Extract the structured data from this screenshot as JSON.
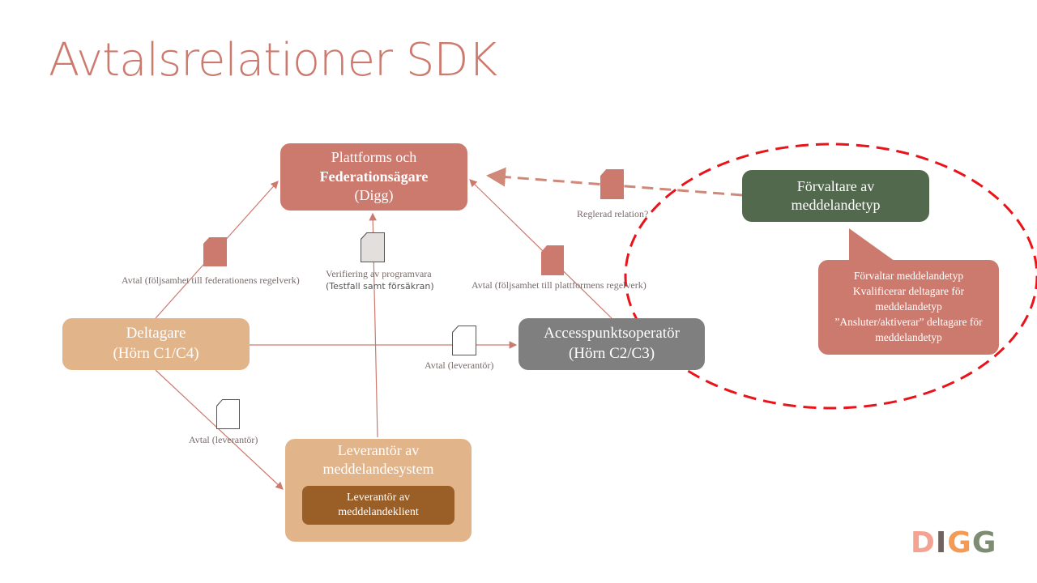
{
  "title": "Avtalsrelationer SDK",
  "nodes": {
    "plattform": {
      "line1": "Plattforms och",
      "line2": "Federationsägare",
      "line3": "(Digg)"
    },
    "deltagare": {
      "line1": "Deltagare",
      "line2": "(Hörn C1/C4)"
    },
    "accesspunkt": {
      "line1": "Accesspunktsoperatör",
      "line2": "(Hörn C2/C3)"
    },
    "leverantor": {
      "line1": "Leverantör av",
      "line2": "meddelandesystem",
      "inner": "Leverantör av meddelandeklient"
    },
    "forvaltare": {
      "line1": "Förvaltare av",
      "line2": "meddelandetyp"
    }
  },
  "callout": [
    "Förvaltar meddelandetyp",
    "Kvalificerar deltagare för meddelandetyp",
    "”Ansluter/aktiverar” deltagare för meddelandetyp"
  ],
  "labels": {
    "federation": "Avtal (följsamhet till federationens regelverk)",
    "verifiering1": "Verifiering av programvara",
    "verifiering2": "(Testfall samt försäkran)",
    "plattformens": "Avtal (följsamhet till plattformens regelverk)",
    "leverantor_right": "Avtal (leverantör)",
    "leverantor_left": "Avtal (leverantör)",
    "reglerad": "Reglerad relation?"
  },
  "logo": "DIGG",
  "colors": {
    "salmon": "#cd7a6e",
    "tan": "#e2b48a",
    "brown": "#9a5e27",
    "gray": "#7f7f7f",
    "green": "#52694d",
    "red": "#e8141a"
  }
}
